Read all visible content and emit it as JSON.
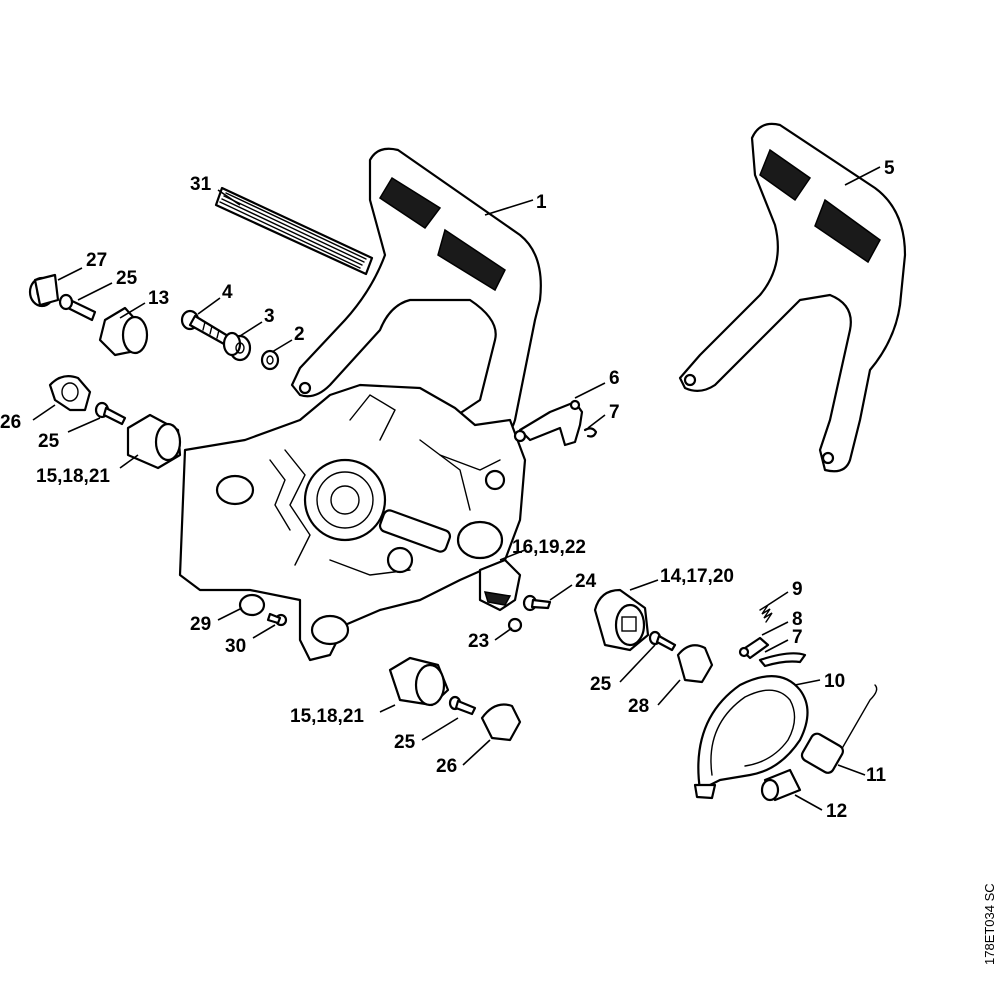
{
  "reference_code": "178ET034 SC",
  "callouts": {
    "c1": "1",
    "c2": "2",
    "c3": "3",
    "c4": "4",
    "c5": "5",
    "c6": "6",
    "c7a": "7",
    "c7b": "7",
    "c8": "8",
    "c9": "9",
    "c10": "10",
    "c11": "11",
    "c12": "12",
    "c13": "13",
    "c14": "14,17,20",
    "c15a": "15,18,21",
    "c15b": "15,18,21",
    "c16": "16,19,22",
    "c23": "23",
    "c24": "24",
    "c25a": "25",
    "c25b": "25",
    "c25c": "25",
    "c25d": "25",
    "c26a": "26",
    "c26b": "26",
    "c27": "27",
    "c28": "28",
    "c29": "29",
    "c30": "30",
    "c31": "31"
  }
}
